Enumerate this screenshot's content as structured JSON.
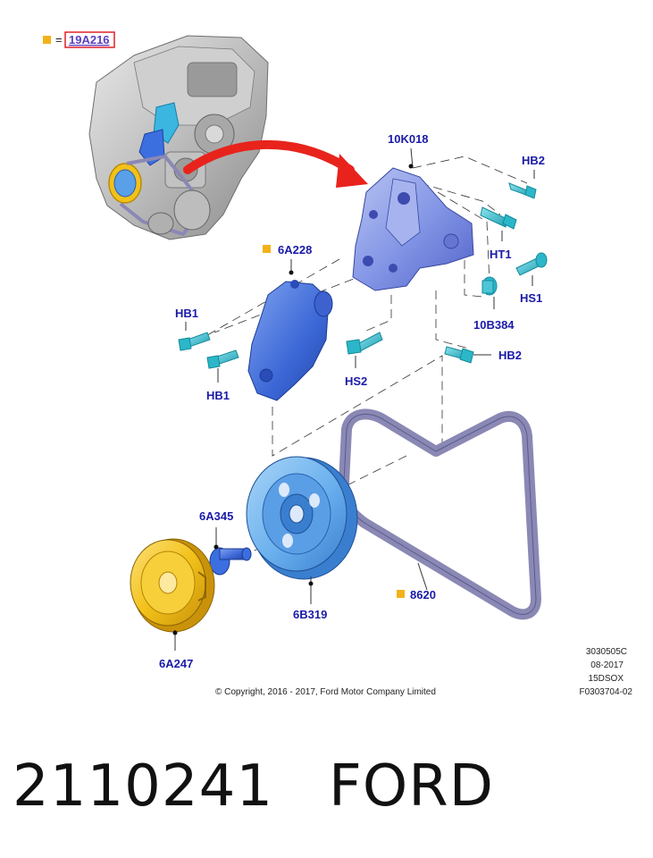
{
  "legend": {
    "symbol_color": "#f2b21a",
    "equals": "=",
    "link_text": "19A216"
  },
  "callouts": {
    "c10k018": "10K018",
    "hb2_top": "HB2",
    "ht1": "HT1",
    "hs1": "HS1",
    "b10384": "10B384",
    "a6a228": "6A228",
    "hb1_upper": "HB1",
    "hb1_lower": "HB1",
    "hs2": "HS2",
    "hb2_mid": "HB2",
    "a6a345": "6A345",
    "b6b319": "6B319",
    "a8620": "8620",
    "a6a247": "6A247"
  },
  "meta": {
    "code1": "3030505C",
    "date": "08-2017",
    "model": "15DSOX",
    "figure": "F0303704-02",
    "copyright": "© Copyright, 2016 - 2017, Ford Motor Company Limited"
  },
  "footer": {
    "part_number": "2110241",
    "brand": "FORD"
  },
  "colors": {
    "label_blue": "#1a1aa8",
    "part_blue": "#3b6fe0",
    "bolt_cyan": "#2bb7c9",
    "damper_gold": "#f2c21a",
    "belt_gray": "#8a88b4",
    "arrow_red": "#e8231c"
  }
}
